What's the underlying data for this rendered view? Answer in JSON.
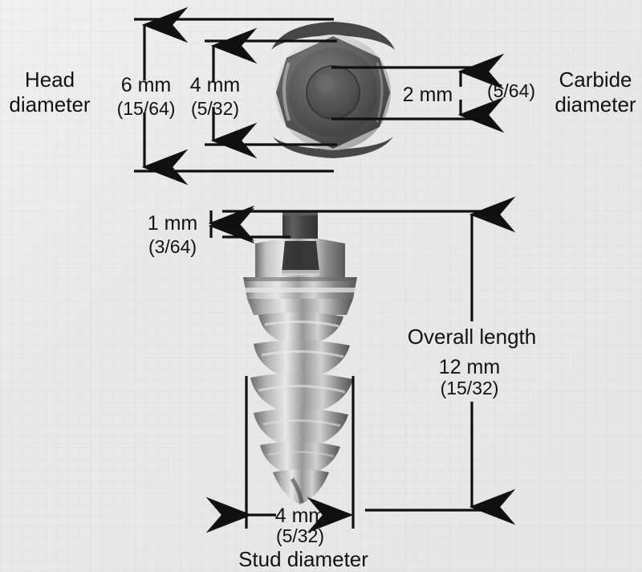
{
  "figure": {
    "title_present": false,
    "background_color": "#e8e8e8",
    "line_color": "#101010",
    "text_color": "#121212"
  },
  "views": {
    "top": {
      "name": "top-view-of-stud-head",
      "description": "Top-down photograph of tire stud head showing hexagonal flange and central carbide pin"
    },
    "side": {
      "name": "side-view-of-stud",
      "description": "Side photograph of threaded tire stud with carbide pin, hex head and screw body"
    }
  },
  "annotations": {
    "head_diameter": {
      "label": "Head\ndiameter",
      "label_line1": "Head",
      "label_line2": "diameter",
      "value_mm": "6 mm",
      "value_inch": "(15/64)"
    },
    "flange_diameter": {
      "value_mm": "4 mm",
      "value_inch": "(5/32)"
    },
    "carbide_diameter": {
      "label_line1": "Carbide",
      "label_line2": "diameter",
      "value_mm": "2 mm",
      "value_inch": "(5/64)"
    },
    "carbide_protrusion": {
      "value_mm": "1 mm",
      "value_inch": "(3/64)"
    },
    "overall_length": {
      "label": "Overall length",
      "value_mm": "12 mm",
      "value_inch": "(15/32)"
    },
    "stud_diameter": {
      "label": "Stud diameter",
      "value_mm": "4 mm",
      "value_inch": "(5/32)"
    }
  }
}
